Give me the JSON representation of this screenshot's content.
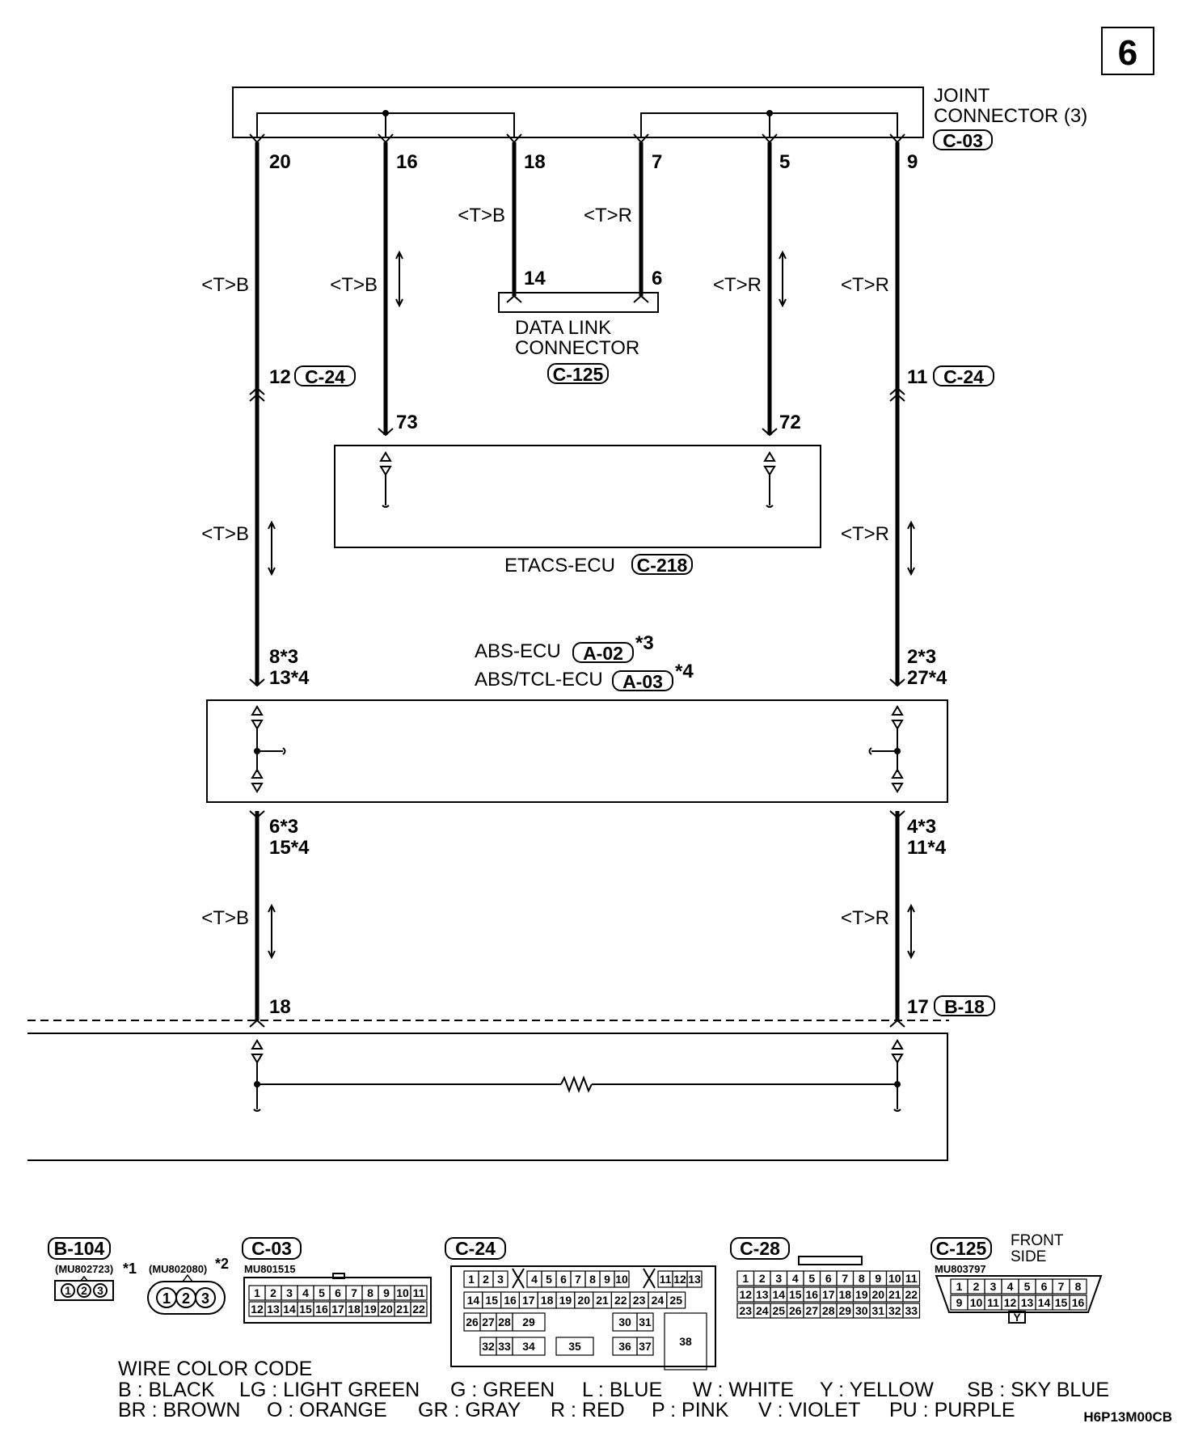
{
  "page_number": "6",
  "joint_connector": {
    "title_1": "JOINT",
    "title_2": "CONNECTOR (3)",
    "code": "C-03",
    "pins": [
      "20",
      "16",
      "18",
      "7",
      "5",
      "9"
    ]
  },
  "data_link_connector": {
    "title_1": "DATA LINK",
    "title_2": "CONNECTOR",
    "code": "C-125",
    "pins": [
      "14",
      "6"
    ]
  },
  "etacs": {
    "title": "ETACS-ECU",
    "code": "C-218",
    "pins": [
      "73",
      "72"
    ]
  },
  "abs": {
    "title_1": "ABS-ECU",
    "code_1": "A-02",
    "note_1": "*3",
    "title_2": "ABS/TCL-ECU",
    "code_2": "A-03",
    "note_2": "*4",
    "top_left": [
      "8*3",
      "13*4"
    ],
    "top_right": [
      "2*3",
      "27*4"
    ],
    "bottom_left": [
      "6*3",
      "15*4"
    ],
    "bottom_right": [
      "4*3",
      "11*4"
    ]
  },
  "c24": {
    "left_pin": "12",
    "right_pin": "11",
    "code": "C-24"
  },
  "b18": {
    "left_pin": "18",
    "right_pin": "17",
    "code": "B-18"
  },
  "wire_labels": {
    "black": "<T>B",
    "red": "<T>R"
  },
  "connectors": {
    "b104": {
      "code": "B-104",
      "part": "(MU802723)",
      "note": "*1",
      "pins": [
        "1",
        "2",
        "3"
      ]
    },
    "c02080": {
      "part": "(MU802080)",
      "note": "*2",
      "pins": [
        "1",
        "2",
        "3"
      ]
    },
    "c03": {
      "code": "C-03",
      "part": "MU801515",
      "row1": [
        "1",
        "2",
        "3",
        "4",
        "5",
        "6",
        "7",
        "8",
        "9",
        "10",
        "11"
      ],
      "row2": [
        "12",
        "13",
        "14",
        "15",
        "16",
        "17",
        "18",
        "19",
        "20",
        "21",
        "22"
      ]
    },
    "c24": {
      "code": "C-24",
      "row1": [
        "1",
        "2",
        "3",
        "4",
        "5",
        "6",
        "7",
        "8",
        "9",
        "10",
        "11",
        "12",
        "13"
      ],
      "row2": [
        "14",
        "15",
        "16",
        "17",
        "18",
        "19",
        "20",
        "21",
        "22",
        "23",
        "24",
        "25"
      ],
      "row3": [
        "26",
        "27",
        "28",
        "29",
        "30",
        "31",
        "38"
      ],
      "row4": [
        "32",
        "33",
        "34",
        "35",
        "36",
        "37"
      ]
    },
    "c28": {
      "code": "C-28",
      "row1": [
        "1",
        "2",
        "3",
        "4",
        "5",
        "6",
        "7",
        "8",
        "9",
        "10",
        "11"
      ],
      "row2": [
        "12",
        "13",
        "14",
        "15",
        "16",
        "17",
        "18",
        "19",
        "20",
        "21",
        "22"
      ],
      "row3": [
        "23",
        "24",
        "25",
        "26",
        "27",
        "28",
        "29",
        "30",
        "31",
        "32",
        "33"
      ]
    },
    "c125": {
      "code": "C-125",
      "part": "MU803797",
      "side_1": "FRONT",
      "side_2": "SIDE",
      "row1": [
        "1",
        "2",
        "3",
        "4",
        "5",
        "6",
        "7",
        "8"
      ],
      "row2": [
        "9",
        "10",
        "11",
        "12",
        "13",
        "14",
        "15",
        "16"
      ],
      "tab": "Y"
    }
  },
  "wire_color_code": {
    "title": "WIRE COLOR CODE",
    "line1": [
      "B : BLACK",
      "LG : LIGHT GREEN",
      "G : GREEN",
      "L : BLUE",
      "W : WHITE",
      "Y : YELLOW",
      "SB : SKY BLUE"
    ],
    "line2": [
      "BR : BROWN",
      "O : ORANGE",
      "GR : GRAY",
      "R : RED",
      "P : PINK",
      "V : VIOLET",
      "PU : PURPLE"
    ]
  },
  "figure_code": "H6P13M00CB"
}
